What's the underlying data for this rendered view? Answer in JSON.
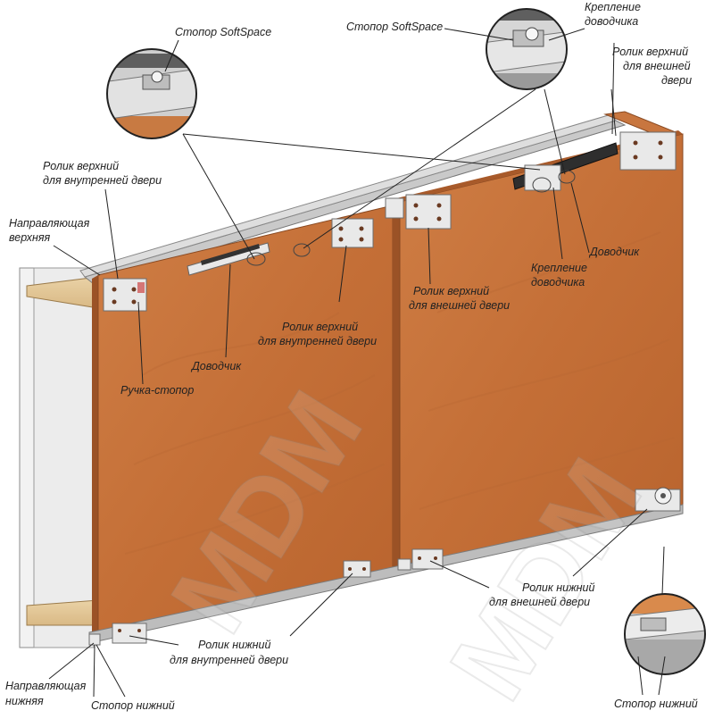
{
  "labels": {
    "stopper_softspace_left": "Стопор SoftSpace",
    "stopper_softspace_right": "Стопор SoftSpace",
    "closer_mount_top_1": "Крепление",
    "closer_mount_top_2": "доводчика",
    "roller_top_outer_right_1": "Ролик верхний",
    "roller_top_outer_right_2": "для внешней",
    "roller_top_outer_right_3": "двери",
    "roller_top_inner_left_1": "Ролик верхний",
    "roller_top_inner_left_2": "для внутренней двери",
    "guide_top_1": "Направляющая",
    "guide_top_2": "верхняя",
    "closer_right": "Доводчик",
    "closer_mount_mid_1": "Крепление",
    "closer_mount_mid_2": "доводчика",
    "roller_top_outer_center_1": "Ролик верхний",
    "roller_top_outer_center_2": "для внешней двери",
    "roller_top_inner_center_1": "Ролик верхний",
    "roller_top_inner_center_2": "для внутренней двери",
    "closer_left": "Доводчик",
    "handle_stopper": "Ручка-стопор",
    "roller_bottom_outer_1": "Ролик нижний",
    "roller_bottom_outer_2": "для внешней двери",
    "roller_bottom_inner_1": "Ролик нижний",
    "roller_bottom_inner_2": "для внутренней двери",
    "guide_bottom_1": "Направляющая",
    "guide_bottom_2": "нижняя",
    "stopper_bottom_left": "Стопор нижний",
    "stopper_bottom_right": "Стопор нижний"
  },
  "watermark": "MDM",
  "colors": {
    "door_face": "#c7733a",
    "door_edge": "#a9592a",
    "cabinet_panel": "#e3c79a",
    "cabinet_side": "#f1f1f1",
    "rail": "#b9b9b9",
    "leader_line": "#222222"
  },
  "icons": {
    "callouts": "magnifier-circle",
    "hardware": "roller-plate"
  }
}
